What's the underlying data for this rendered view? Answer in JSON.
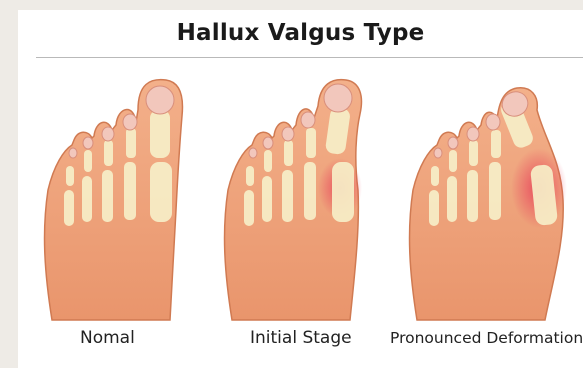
{
  "title": "Hallux Valgus Type",
  "stages": [
    {
      "label": "Nomal"
    },
    {
      "label": "Initial Stage"
    },
    {
      "label": "Pronounced Deformation"
    }
  ],
  "colors": {
    "skin": "#efa27a",
    "skin_shadow": "#d77d55",
    "bone": "#f7efc8",
    "nail": "#f2c7bc",
    "inflammation": "#e8405a"
  }
}
